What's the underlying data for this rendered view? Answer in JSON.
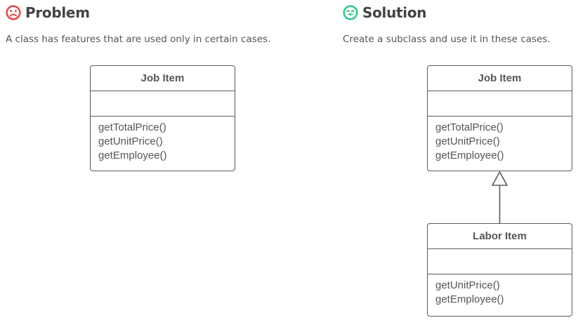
{
  "problem": {
    "heading": "Problem",
    "icon": "sad-face-icon",
    "icon_color": "#e74c4c",
    "description": "A class has features that are used only in certain cases.",
    "class": {
      "name": "Job Item",
      "methods": [
        "getTotalPrice()",
        "getUnitPrice()",
        "getEmployee()"
      ]
    }
  },
  "solution": {
    "heading": "Solution",
    "icon": "happy-face-icon",
    "icon_color": "#2ecc8a",
    "description": "Create a subclass and use it in these cases.",
    "parent_class": {
      "name": "Job Item",
      "methods": [
        "getTotalPrice()",
        "getUnitPrice()",
        "getEmployee()"
      ]
    },
    "subclass": {
      "name": "Labor Item",
      "methods": [
        "getUnitPrice()",
        "getEmployee()"
      ]
    }
  }
}
